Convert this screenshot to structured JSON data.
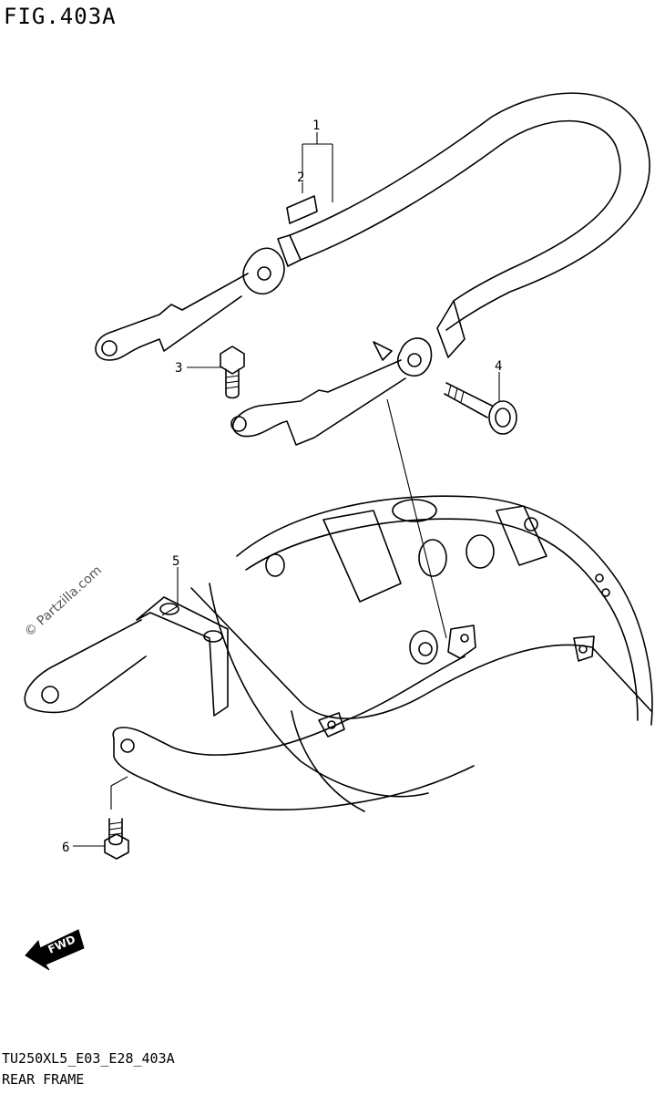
{
  "figure": {
    "title": "FIG.403A",
    "code": "TU250XL5_E03_E28_403A",
    "name": "REAR FRAME",
    "watermark": "© Partzilla.com",
    "fwd_label": "FWD"
  },
  "callouts": [
    {
      "id": "1",
      "label": "1"
    },
    {
      "id": "2",
      "label": "2"
    },
    {
      "id": "3",
      "label": "3"
    },
    {
      "id": "4",
      "label": "4"
    },
    {
      "id": "5",
      "label": "5"
    },
    {
      "id": "6",
      "label": "6"
    }
  ]
}
